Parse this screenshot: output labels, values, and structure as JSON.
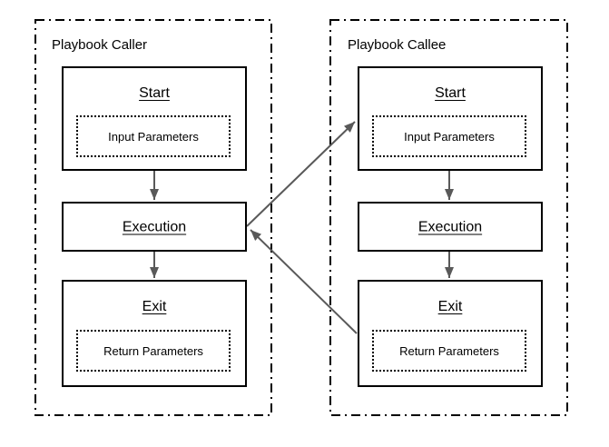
{
  "diagram": {
    "colors": {
      "background": "#ffffff",
      "container_border": "#000000",
      "box_border": "#000000",
      "arrow": "#595959",
      "text": "#000000"
    },
    "caller": {
      "title": "Playbook Caller",
      "start": {
        "label": "Start",
        "params": "Input Parameters"
      },
      "execution": {
        "label": "Execution"
      },
      "exit": {
        "label": "Exit",
        "params": "Return Parameters"
      }
    },
    "callee": {
      "title": "Playbook Callee",
      "start": {
        "label": "Start",
        "params": "Input Parameters"
      },
      "execution": {
        "label": "Execution"
      },
      "exit": {
        "label": "Exit",
        "params": "Return Parameters"
      }
    },
    "edges": [
      {
        "from": "caller.start",
        "to": "caller.execution"
      },
      {
        "from": "caller.execution",
        "to": "caller.exit"
      },
      {
        "from": "callee.start",
        "to": "callee.execution"
      },
      {
        "from": "callee.execution",
        "to": "callee.exit"
      },
      {
        "from": "caller.execution",
        "to": "callee.start"
      },
      {
        "from": "callee.exit",
        "to": "caller.execution"
      }
    ]
  }
}
